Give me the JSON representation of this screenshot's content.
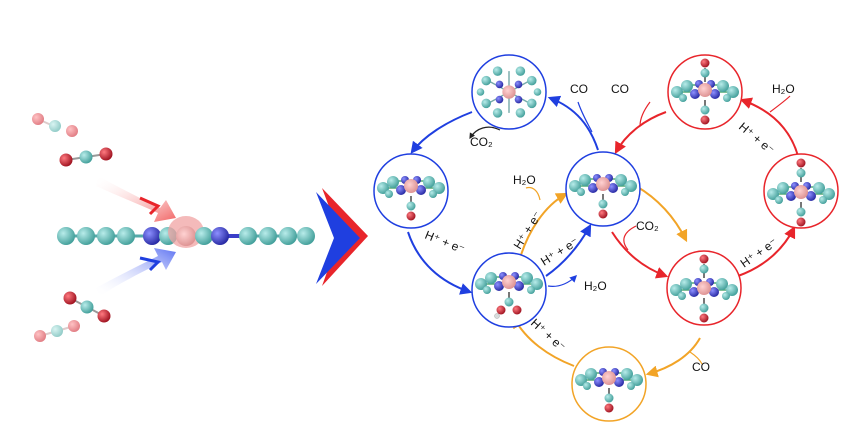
{
  "colors": {
    "blue": "#1f3fe0",
    "red": "#e8252b",
    "orange": "#f2a427",
    "carbon": "#5bbdb7",
    "nitrogen": "#3b3fc8",
    "oxygen": "#c7162a",
    "metal": "#e9a8a8",
    "hydrogen": "#d7dcdc"
  },
  "labels": {
    "co2_blue": "CO₂",
    "co_blue": "CO",
    "h2o_orange": "H₂O",
    "h2o_blue": "H₂O",
    "co2_center": "CO₂",
    "co_red": "CO",
    "h2o_red": "H₂O",
    "co_orange": "CO",
    "hpe_blue_left": "H⁺ + e⁻",
    "hpe_orange": "H⁺ + e⁻",
    "hpe_blue_mid": "H⁺ + e⁻",
    "hpe_red_right": "H⁺ + e⁻",
    "hpe_red_top": "H⁺ + e⁻",
    "hpe_orange_bottom": "H⁺ + e⁻"
  }
}
